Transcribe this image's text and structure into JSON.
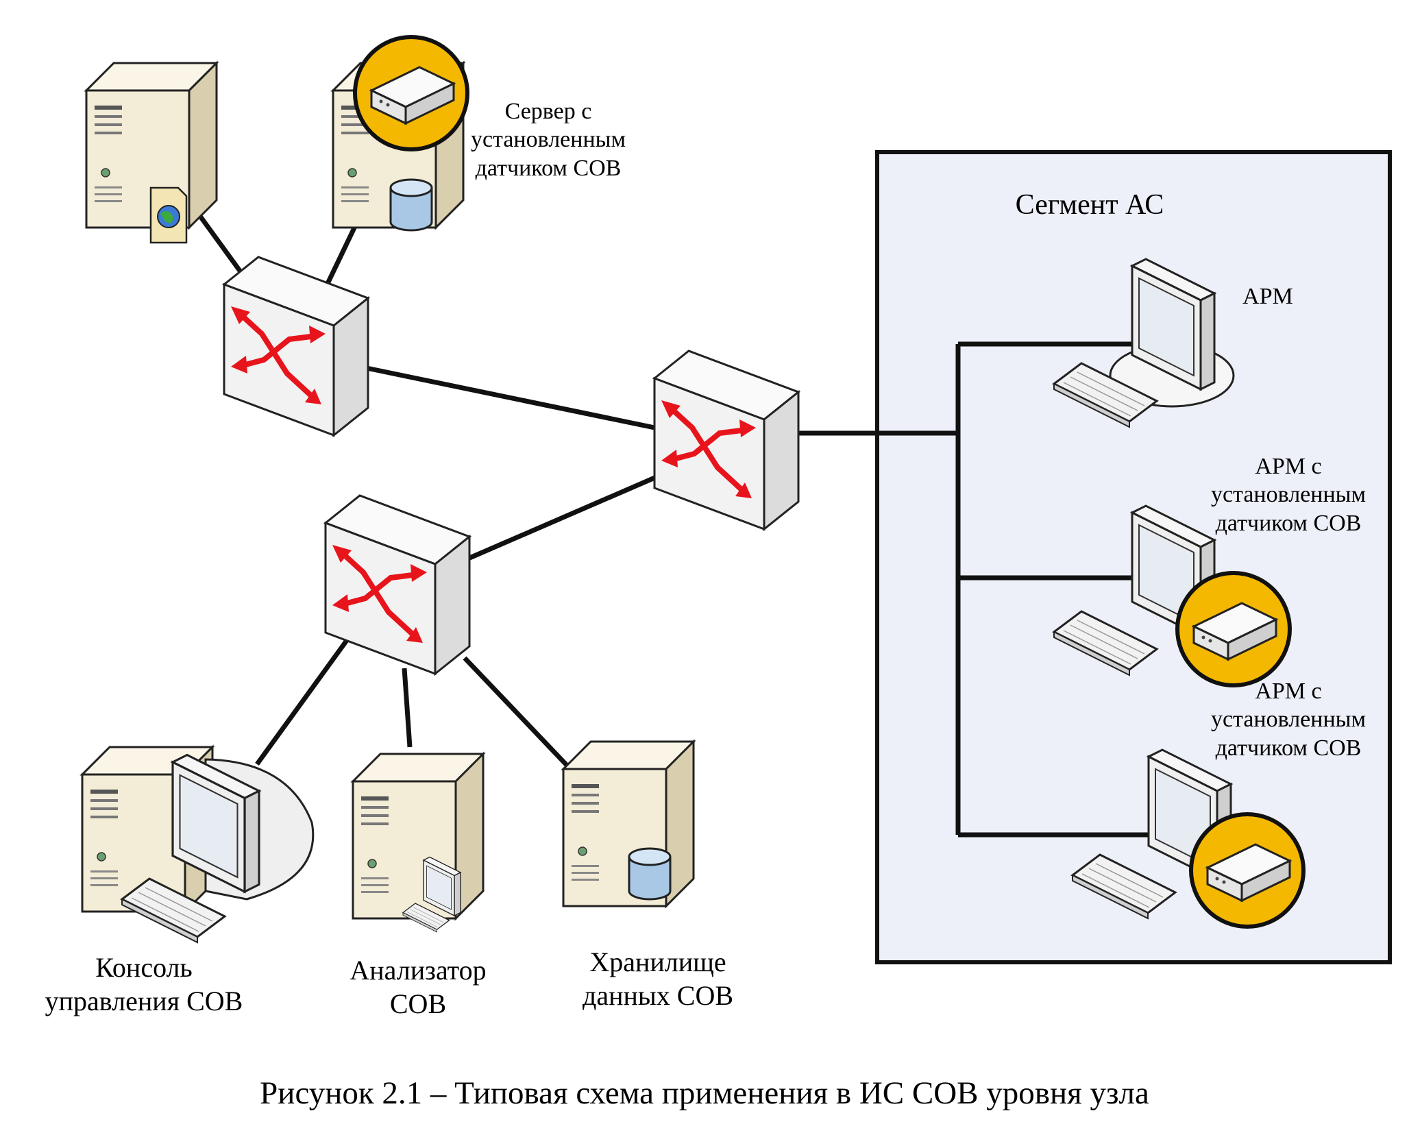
{
  "labels": {
    "server": [
      "Сервер с",
      "установленным",
      "датчиком СОВ"
    ],
    "segment": "Сегмент АС",
    "arm": "АРМ",
    "arm_sensor_1": [
      "АРМ с",
      "установленным",
      "датчиком СОВ"
    ],
    "arm_sensor_2": [
      "АРМ с",
      "установленным",
      "датчиком СОВ"
    ],
    "console": [
      "Консоль",
      "управления СОВ"
    ],
    "analyzer": [
      "Анализатор",
      "СОВ"
    ],
    "storage": [
      "Хранилище",
      "данных СОВ"
    ]
  },
  "caption": "Рисунок 2.1 – Типовая схема применения в ИС СОВ уровня узла",
  "colors": {
    "line": "#000000",
    "segment_fill": "#edf0f8",
    "server_fill": "#f3ecd6",
    "switch_fill": "#f2f2f2",
    "arrow": "#e8141c",
    "sensor_badge": "#f5b800",
    "db": "#a8c8e6"
  },
  "icons": [
    "web-server-icon",
    "sensor-server-icon",
    "switch-icon",
    "workstation-icon",
    "sensor-badge-icon",
    "console-icon",
    "analyzer-icon",
    "storage-icon"
  ]
}
